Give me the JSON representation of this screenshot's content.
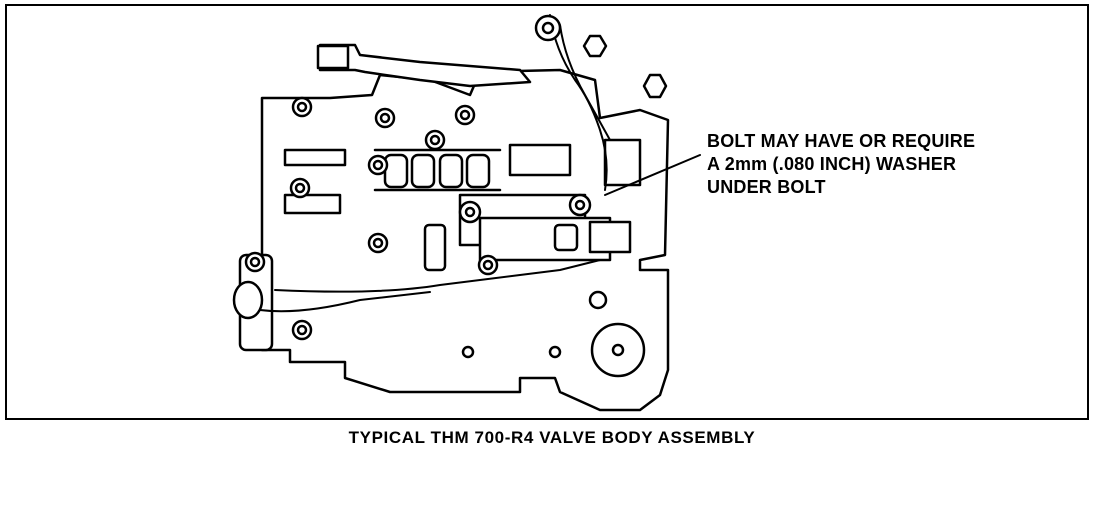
{
  "figure": {
    "callout_lines": [
      "BOLT MAY HAVE OR REQUIRE",
      "A 2mm (.080 INCH) WASHER",
      "UNDER BOLT"
    ],
    "caption": "TYPICAL THM 700-R4 VALVE BODY ASSEMBLY"
  },
  "colors": {
    "ink": "#000000",
    "paper": "#ffffff"
  }
}
